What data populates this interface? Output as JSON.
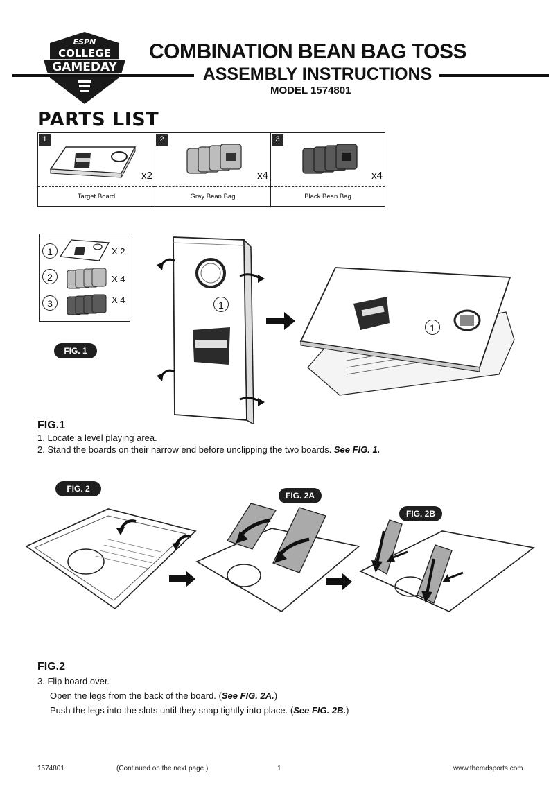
{
  "header": {
    "logo_top": "ESPN",
    "logo_mid": "COLLEGE",
    "logo_bottom": "GAMEDAY",
    "title": "COMBINATION BEAN BAG TOSS",
    "subtitle": "ASSEMBLY INSTRUCTIONS",
    "model": "MODEL 1574801"
  },
  "parts_list": {
    "heading": "PARTS LIST",
    "items": [
      {
        "num": "1",
        "qty": "x2",
        "name": "Target Board"
      },
      {
        "num": "2",
        "qty": "x4",
        "name": "Gray Bean Bag"
      },
      {
        "num": "3",
        "qty": "x4",
        "name": "Black Bean Bag"
      }
    ]
  },
  "fig1": {
    "label": "FIG. 1",
    "callouts": [
      {
        "num": "1",
        "qty": "X 2"
      },
      {
        "num": "2",
        "qty": "X 4"
      },
      {
        "num": "3",
        "qty": "X 4"
      }
    ],
    "board_callout": "1",
    "heading": "FIG.1",
    "steps": [
      "1. Locate a level playing area.",
      "2. Stand the boards on their narrow end before unclipping the two boards."
    ],
    "see_ref": "See FIG. 1."
  },
  "fig2": {
    "label": "FIG. 2",
    "label_a": "FIG. 2A",
    "label_b": "FIG. 2B",
    "heading": "FIG.2",
    "step3": "3. Flip board over.",
    "line2_pre": "Open the legs from the back of the board. (",
    "line2_ref": "See FIG. 2A.",
    "line2_post": ")",
    "line3_pre": "Push the legs into the slots until they snap tightly into place. (",
    "line3_ref": "See FIG. 2B.",
    "line3_post": ")"
  },
  "footer": {
    "model": "1574801",
    "continued": "(Continued on the next page.)",
    "page": "1",
    "website": "www.themdsports.com"
  },
  "colors": {
    "ink": "#111111",
    "gray_bag": "#bdbdbd",
    "black_bag": "#5a5a5a",
    "pill_bg": "#1f1f1f"
  }
}
